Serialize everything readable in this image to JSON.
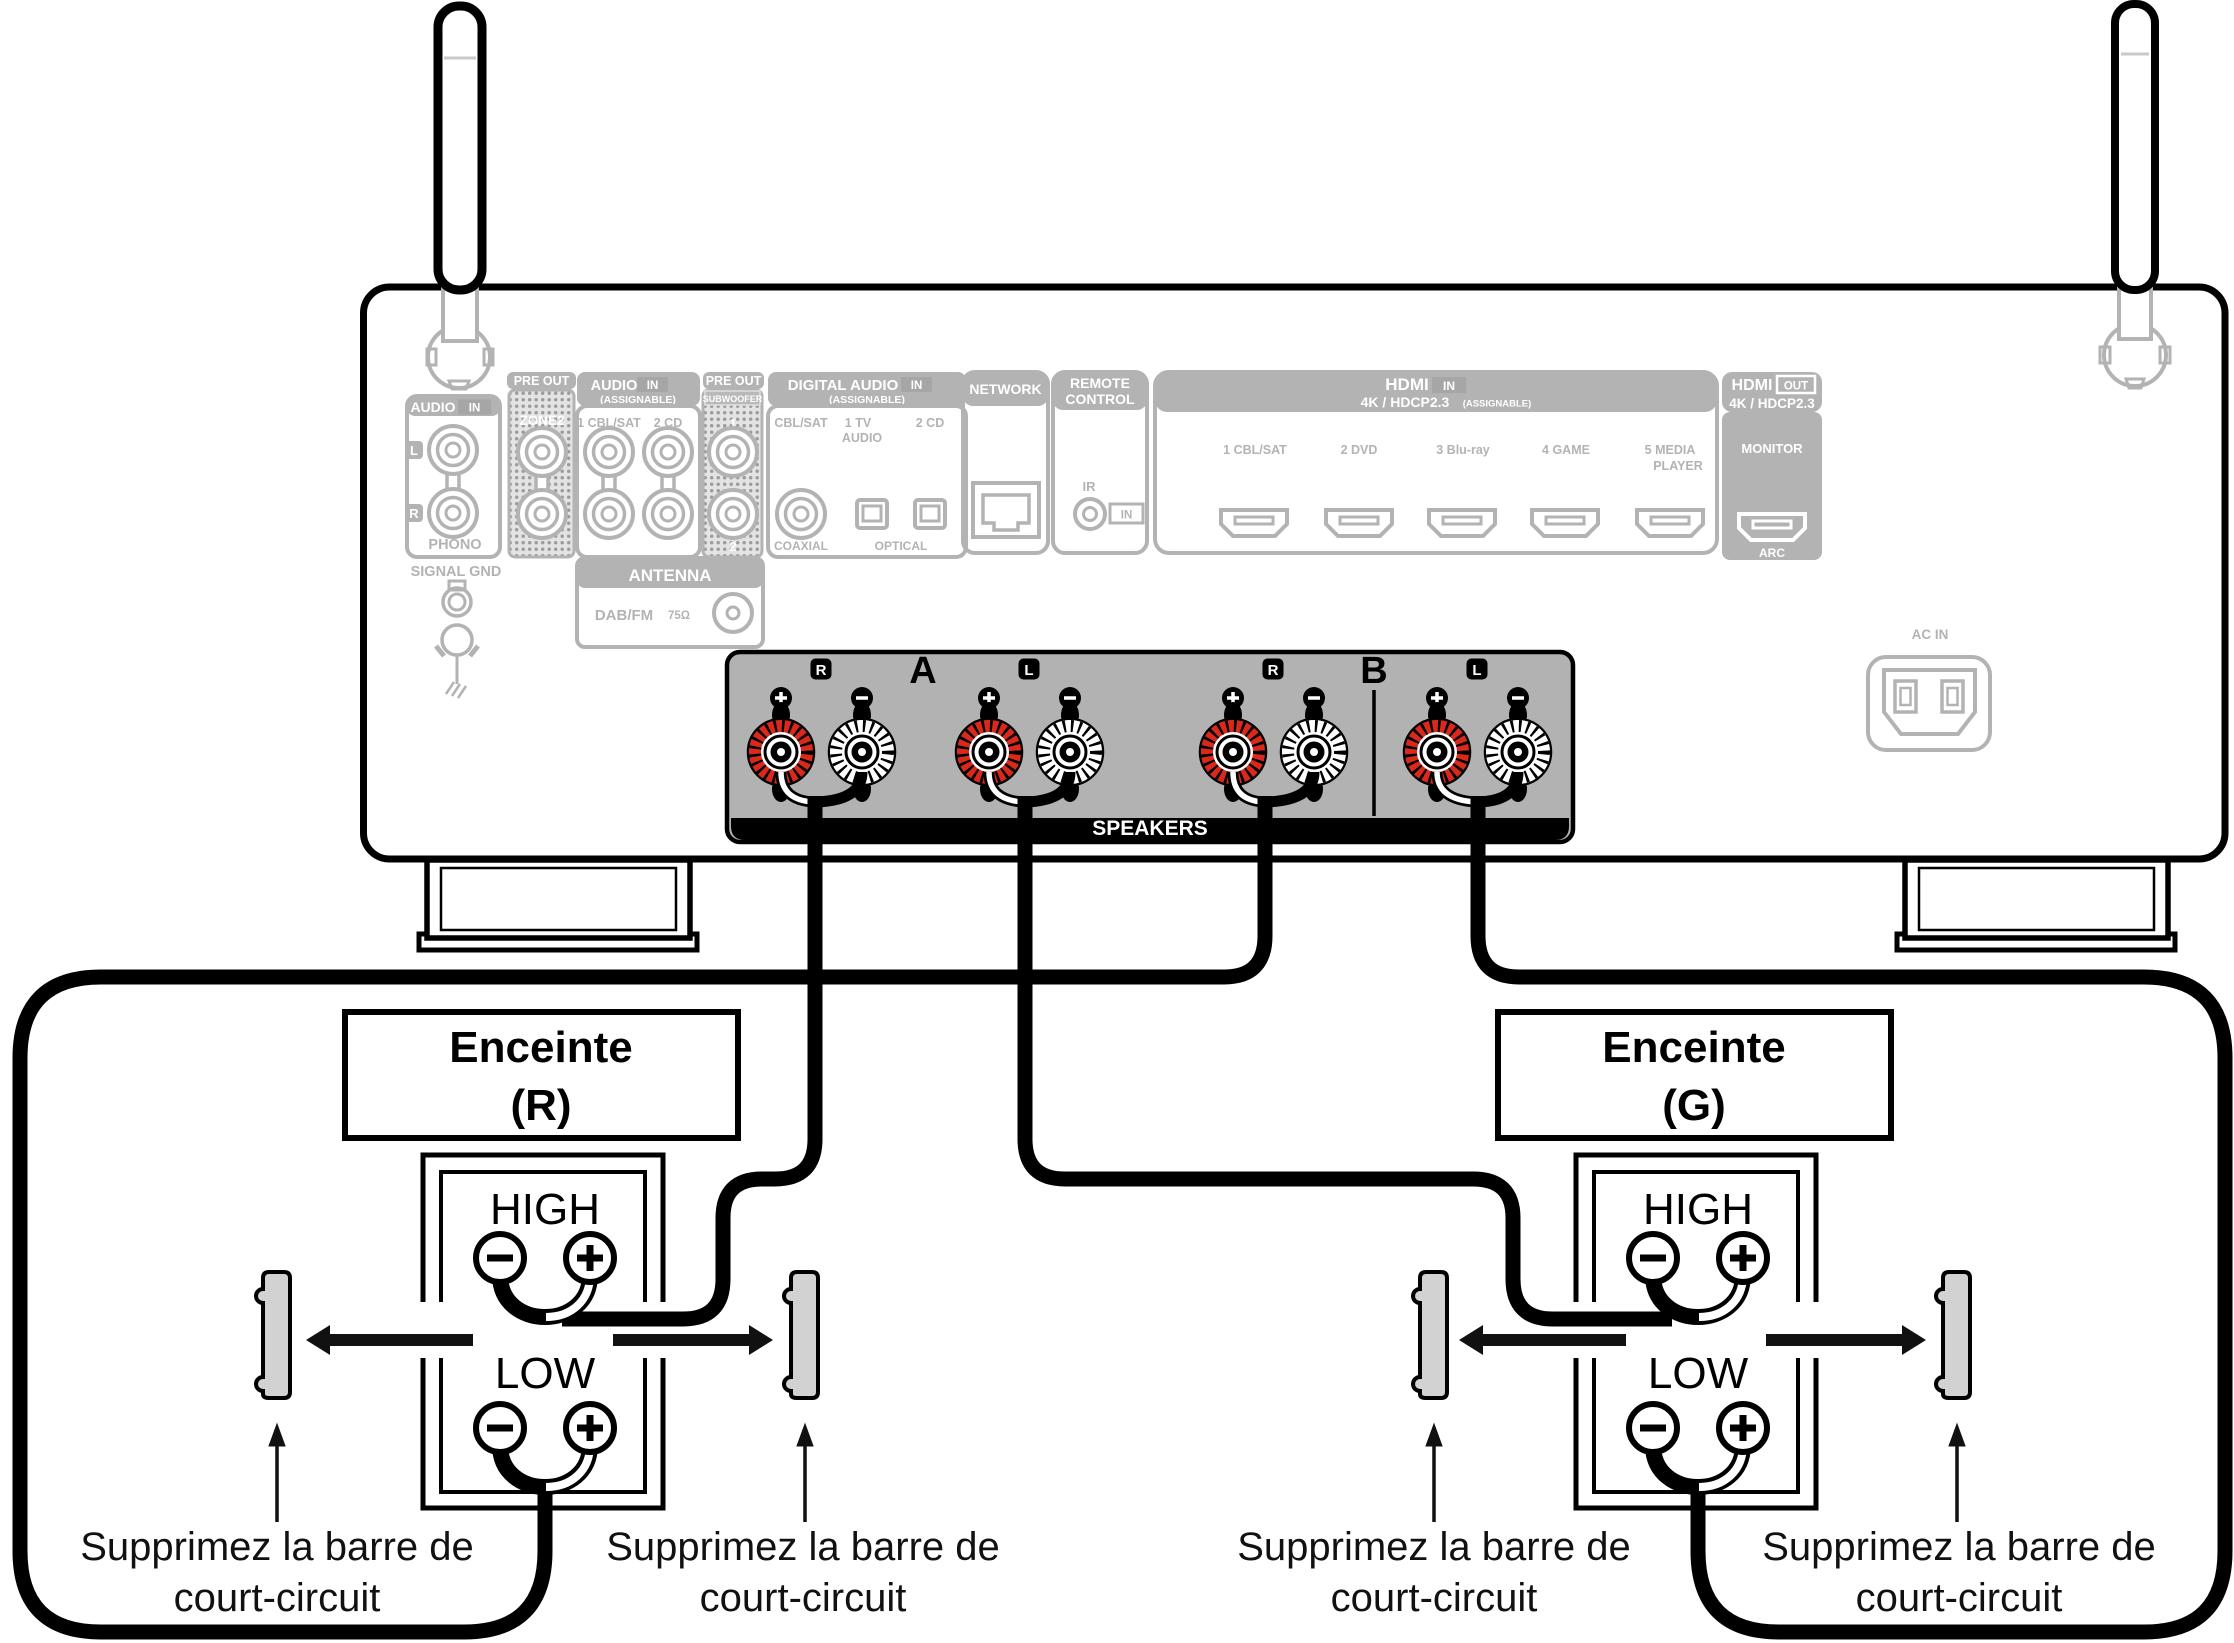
{
  "colors": {
    "red": "#da291c",
    "gray": "#b3b3b3",
    "block_gray": "#b2b2b2",
    "clip_gray": "#d2d2d2"
  },
  "receiver": {
    "audio_in": {
      "tab": "AUDIO",
      "badge": "IN",
      "l": "L",
      "r": "R",
      "phono": "PHONO",
      "signal_gnd": "SIGNAL GND"
    },
    "zone2": {
      "tab": "PRE OUT",
      "label": "ZONE2"
    },
    "audio_assign": {
      "tab": "AUDIO",
      "badge": "IN",
      "sub": "(ASSIGNABLE)",
      "in1": "1 CBL/SAT",
      "in2": "2 CD"
    },
    "subwoofer": {
      "tab": "PRE OUT",
      "label": "SUBWOOFER",
      "n1": "1",
      "n2": "2"
    },
    "digital": {
      "tab": "DIGITAL AUDIO",
      "badge": "IN",
      "sub": "(ASSIGNABLE)",
      "cbl": "CBL/SAT",
      "tv": "1 TV",
      "tv2": "AUDIO",
      "cd": "2 CD",
      "coaxial": "COAXIAL",
      "optical": "OPTICAL"
    },
    "network": {
      "tab": "NETWORK"
    },
    "remote": {
      "tab1": "REMOTE",
      "tab2": "CONTROL",
      "ir": "IR",
      "badge": "IN"
    },
    "hdmi_in": {
      "title": "HDMI",
      "badge": "IN",
      "subtitle": "4K / HDCP2.3",
      "assignable": "(ASSIGNABLE)",
      "ports": [
        "1 CBL/SAT",
        "2 DVD",
        "3 Blu-ray",
        "4 GAME",
        "5 MEDIA",
        "PLAYER"
      ]
    },
    "hdmi_out": {
      "title": "HDMI",
      "badge": "OUT",
      "subtitle": "4K / HDCP2.3",
      "monitor": "MONITOR",
      "arc": "ARC"
    },
    "antenna": {
      "tab": "ANTENNA",
      "band": "DAB/FM",
      "impedance": "75Ω"
    },
    "ac_in": "AC IN",
    "speaker_terminals": {
      "bar": "SPEAKERS",
      "group_a": "A",
      "group_b": "B",
      "right": "R",
      "left": "L"
    }
  },
  "enceinte_r": {
    "line1": "Enceinte",
    "line2": "(R)"
  },
  "enceinte_g": {
    "line1": "Enceinte",
    "line2": "(G)"
  },
  "speaker_box": {
    "high": "HIGH",
    "low": "LOW"
  },
  "caption": {
    "line1": "Supprimez la barre de",
    "line2": "court-circuit"
  }
}
